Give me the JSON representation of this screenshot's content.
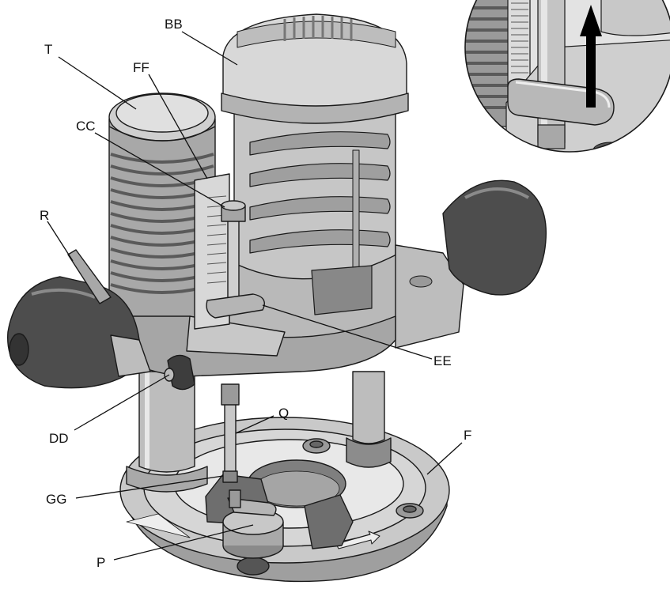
{
  "figure": {
    "callouts": [
      {
        "id": "bb",
        "text": "BB"
      },
      {
        "id": "t",
        "text": "T"
      },
      {
        "id": "ff",
        "text": "FF"
      },
      {
        "id": "cc",
        "text": "CC"
      },
      {
        "id": "r",
        "text": "R"
      },
      {
        "id": "ee",
        "text": "EE"
      },
      {
        "id": "dd",
        "text": "DD"
      },
      {
        "id": "q",
        "text": "Q"
      },
      {
        "id": "f",
        "text": "F"
      },
      {
        "id": "gg",
        "text": "GG"
      },
      {
        "id": "p",
        "text": "P"
      }
    ],
    "colors": {
      "body_light": "#d9d9d9",
      "body_mid": "#b3b3b3",
      "body_dark": "#7a7a7a",
      "grip": "#4d4d4d",
      "grip_dark": "#333333",
      "outline": "#1a1a1a",
      "arrow": "#000000"
    }
  }
}
